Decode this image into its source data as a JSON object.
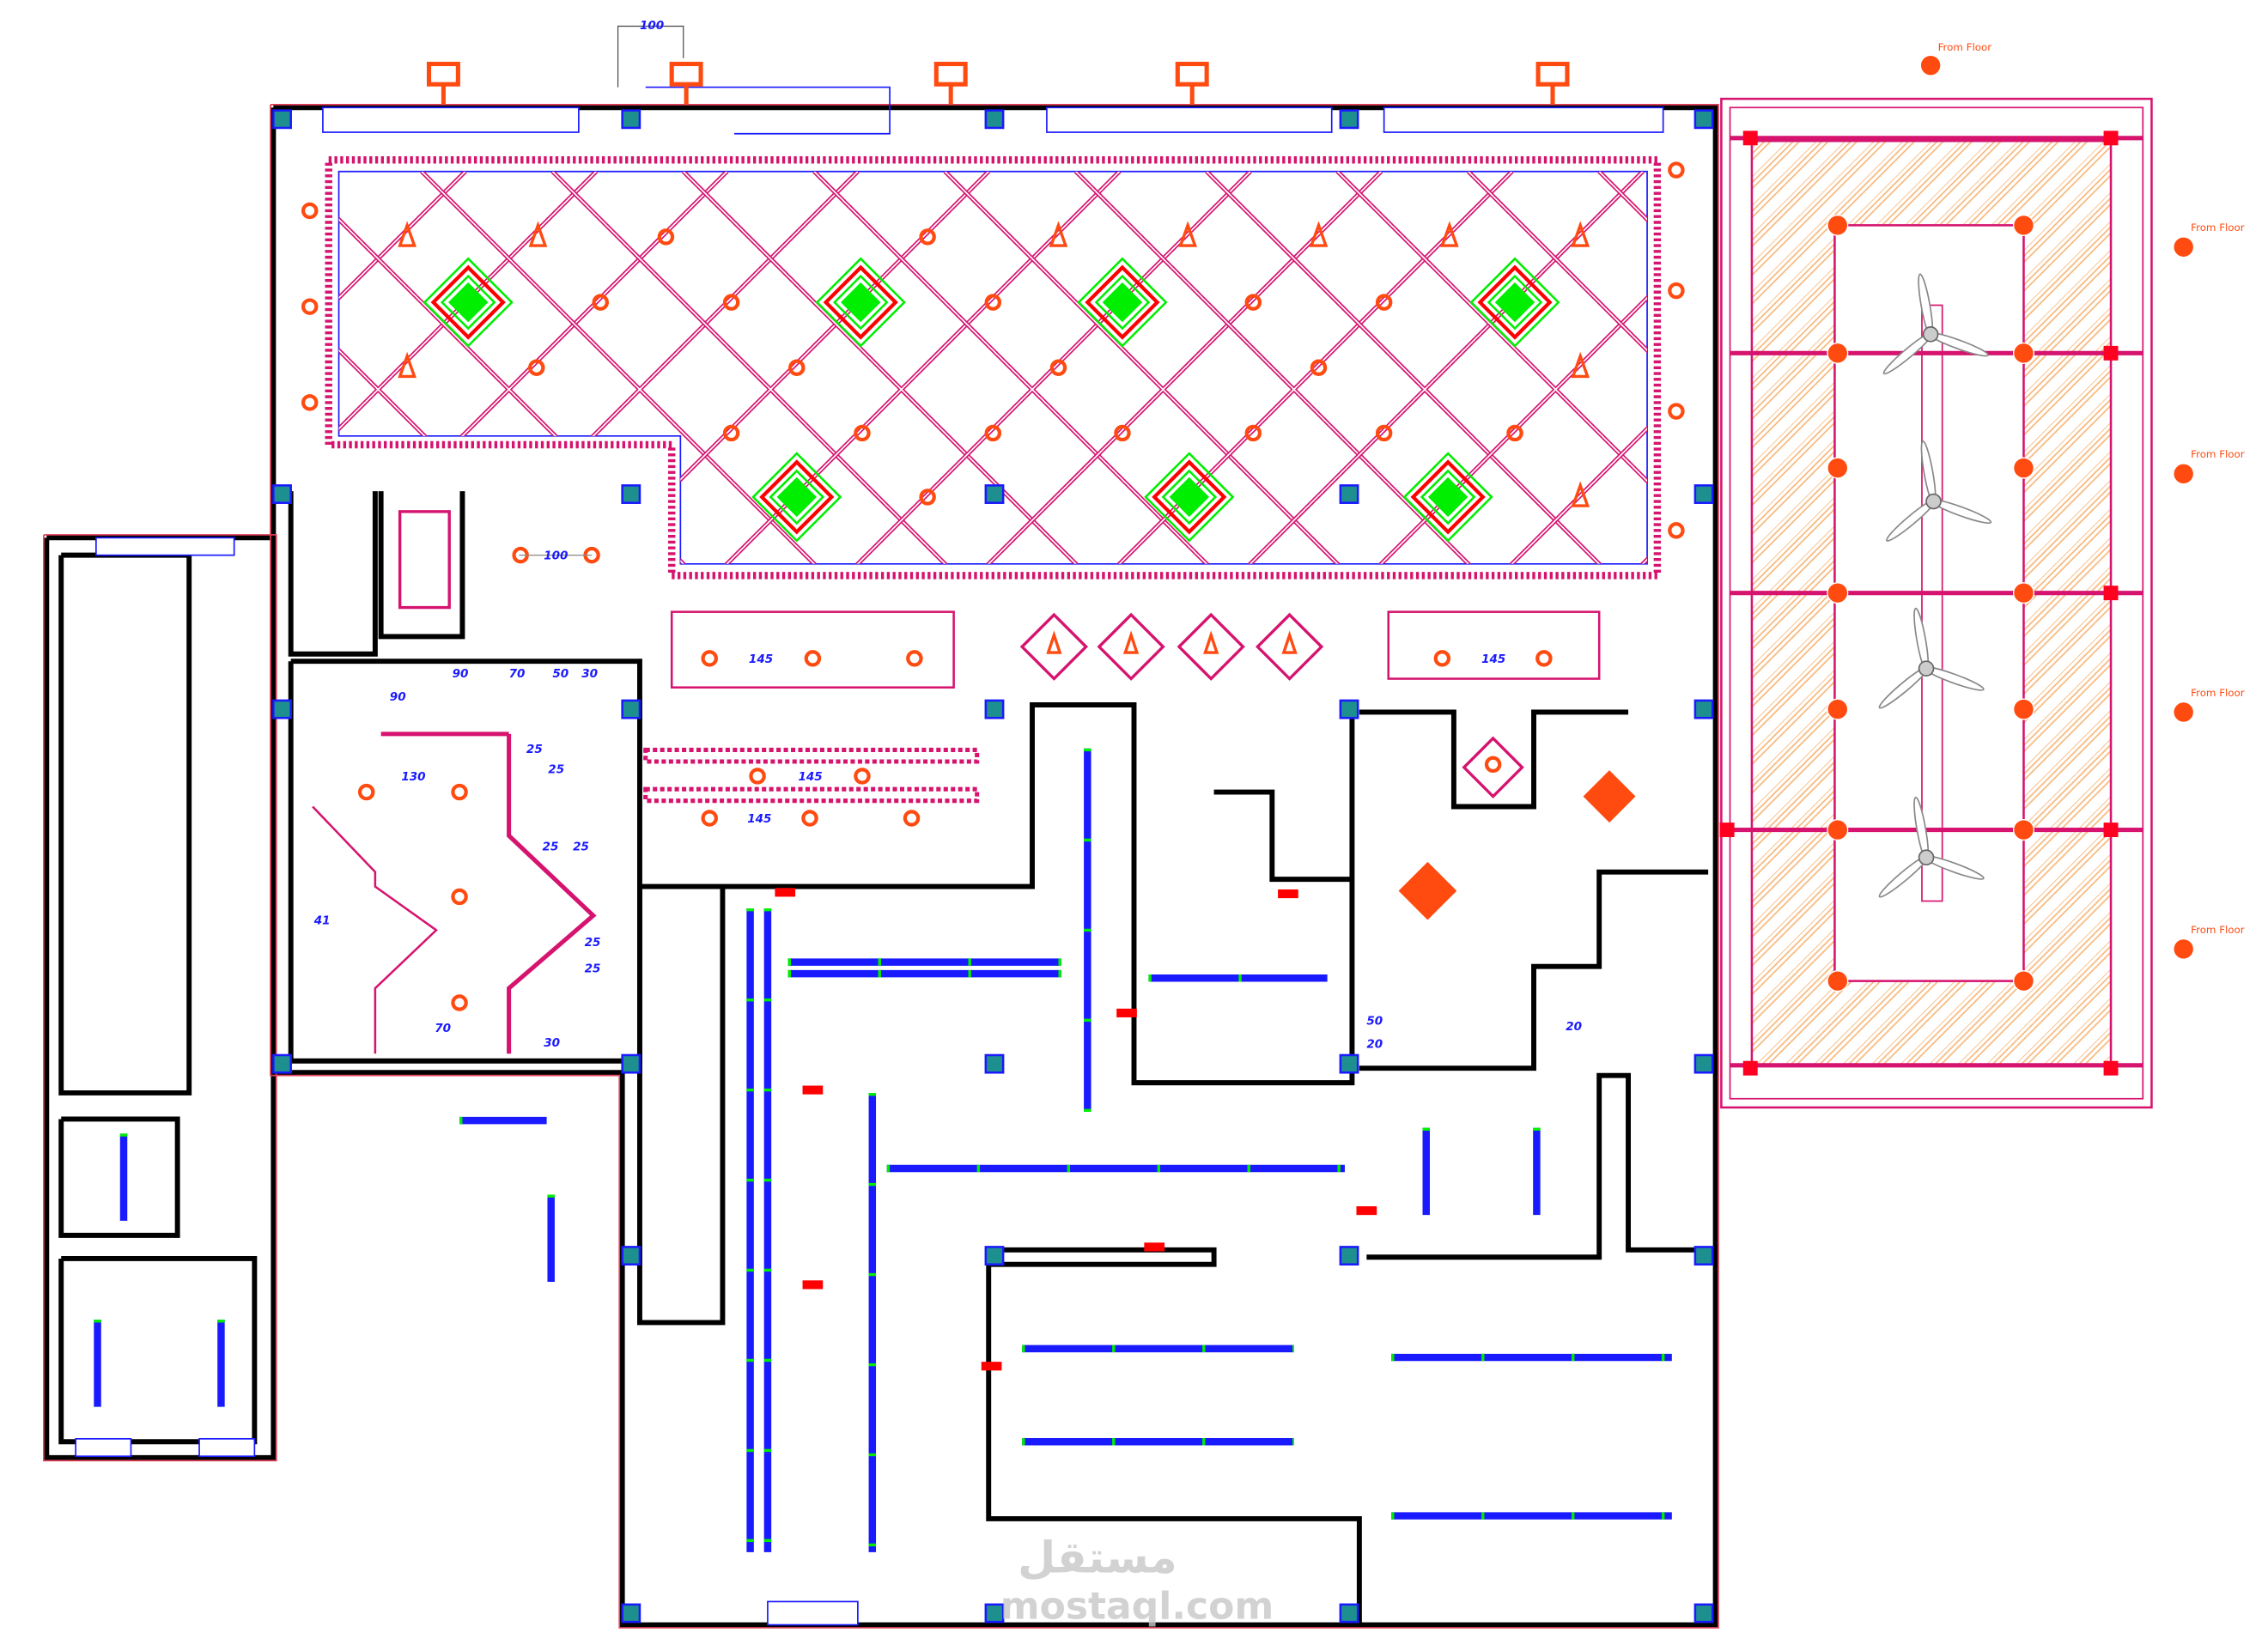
{
  "drawing": {
    "title_labels": {
      "top_dimension": "100",
      "reception_dimension": "100"
    },
    "from_floor_labels": [
      "From Floor",
      "From Floor",
      "From Floor",
      "From Floor",
      "From Floor"
    ],
    "dimension_labels": {
      "d145_a": "145",
      "d145_b": "145",
      "d145_c": "145",
      "d145_d": "145",
      "row": [
        "90",
        "70",
        "50",
        "30"
      ],
      "d90": "90",
      "d130": "130",
      "d25": [
        "25",
        "25",
        "25",
        "25",
        "25",
        "25"
      ],
      "d41": "41",
      "d70": "70",
      "d30": "30",
      "d50": "50",
      "d20_a": "20",
      "d20_b": "20"
    },
    "watermark": {
      "arabic": "مستقل",
      "latin": "mostaql.com"
    },
    "colors": {
      "wall": "#000000",
      "ceiling_grid": "#d6136f",
      "fixture": "#ff4a10",
      "accent_green": "#00ee00",
      "light_strip": "#1a1aff",
      "hatch": "#f7b77a",
      "column": "#1e8f8f"
    }
  }
}
